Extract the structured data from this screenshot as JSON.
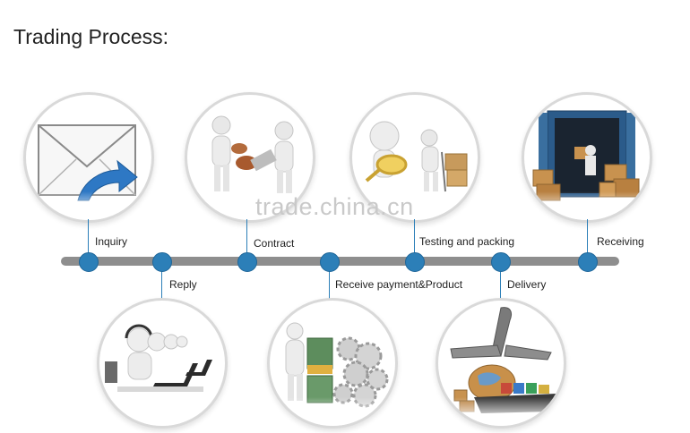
{
  "title": "Trading Process:",
  "watermark": "trade.china.cn",
  "steps": [
    {
      "label": "Inquiry",
      "icon": "envelope-icon"
    },
    {
      "label": "Reply",
      "icon": "call-center-icon"
    },
    {
      "label": "Contract",
      "icon": "handshake-sign-icon"
    },
    {
      "label": "Receive payment&Product",
      "icon": "money-gears-icon"
    },
    {
      "label": "Testing and packing",
      "icon": "magnifier-cart-icon"
    },
    {
      "label": "Delivery",
      "icon": "plane-ship-globe-icon"
    },
    {
      "label": "Receiving",
      "icon": "container-boxes-icon"
    }
  ],
  "colors": {
    "timeline": "#8e8e8e",
    "node": "#2c7fb8",
    "ring": "#d9d9d9"
  }
}
